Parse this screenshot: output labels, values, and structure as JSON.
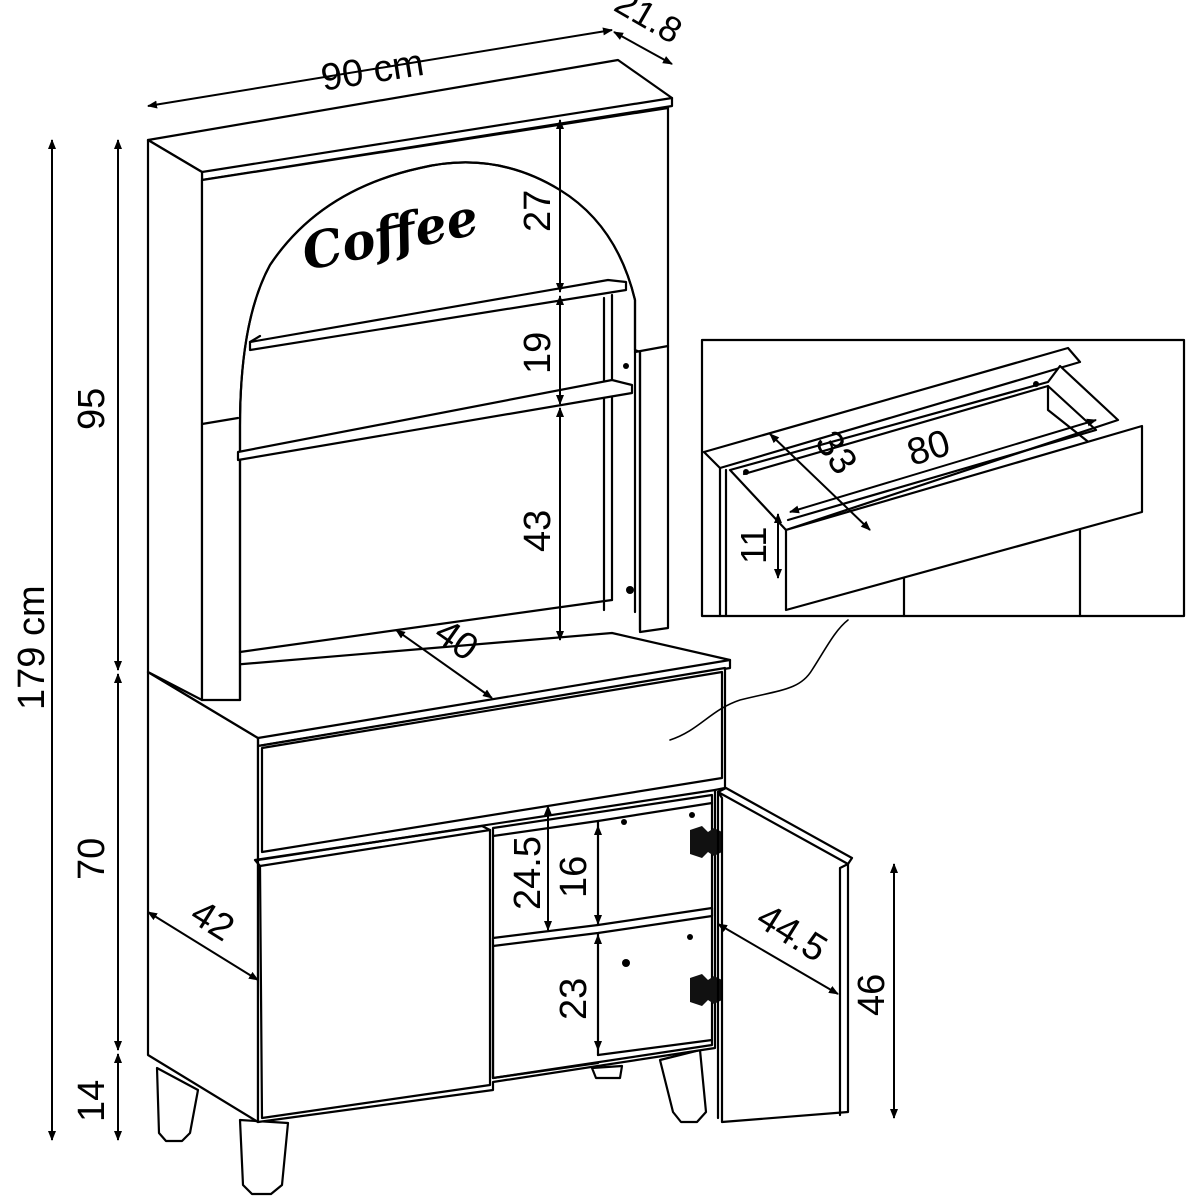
{
  "sign_text": "Coffee",
  "dimensions": {
    "width": "90 cm",
    "depth": "21.8",
    "total_height": "179 cm",
    "hutch_height": "95",
    "base_height": "70",
    "leg_height": "14",
    "arch_top": "27",
    "upper_shelf_gap": "19",
    "lower_shelf_gap": "43",
    "counter_depth": "40",
    "base_depth": "42",
    "door_section": "24.5",
    "upper_compartment": "16",
    "lower_compartment": "23",
    "door_width": "44.5",
    "door_height": "46",
    "drawer_width": "80",
    "drawer_depth": "33",
    "drawer_height": "11"
  }
}
